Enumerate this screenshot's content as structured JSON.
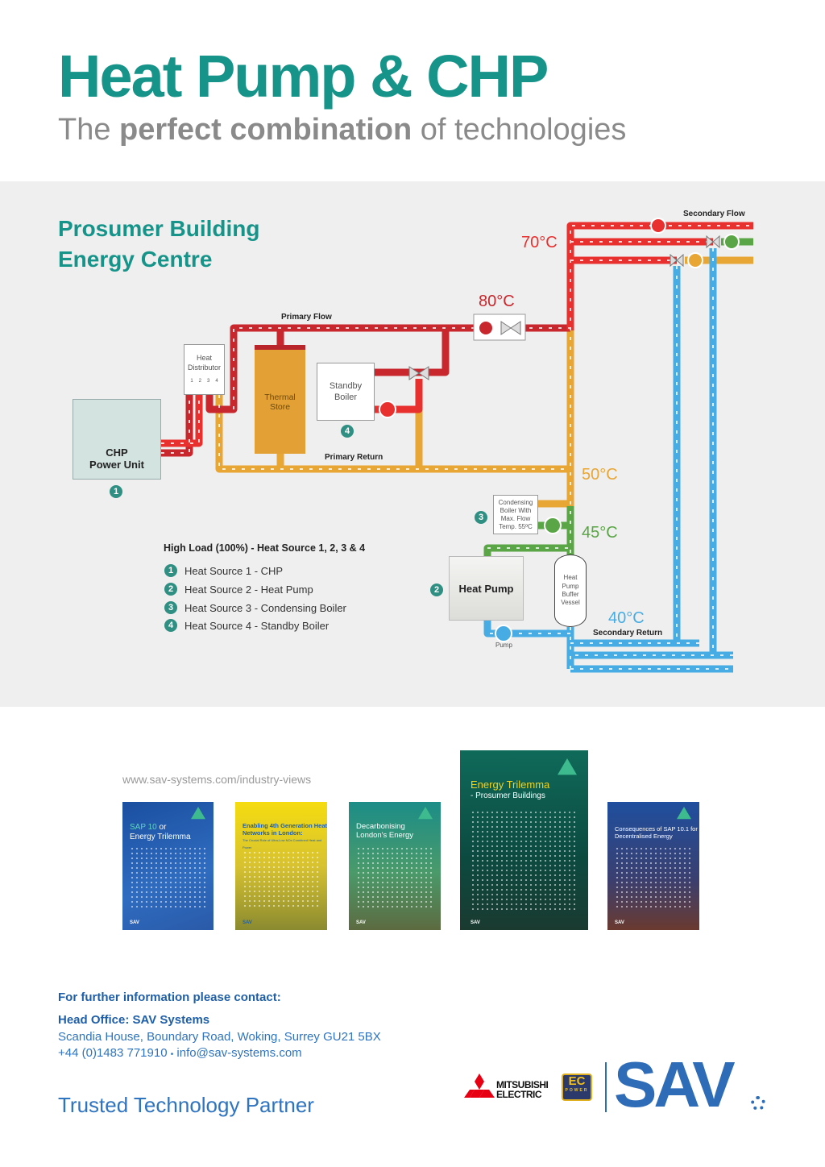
{
  "header": {
    "title": "Heat Pump & CHP",
    "subtitle_pre": "The ",
    "subtitle_bold": "perfect combination",
    "subtitle_post": " of technologies"
  },
  "diagram": {
    "heading_line1": "Prosumer Building",
    "heading_line2": "Energy Centre",
    "labels": {
      "primary_flow": "Primary Flow",
      "primary_return": "Primary Return",
      "secondary_flow": "Secondary Flow",
      "secondary_return": "Secondary Return",
      "pump": "Pump"
    },
    "temps": {
      "t70": "70°C",
      "t80": "80°C",
      "t50": "50°C",
      "t45": "45°C",
      "t40": "40°C"
    },
    "equipment": {
      "chp_line1": "CHP",
      "chp_line2": "Power Unit",
      "distributor_line1": "Heat",
      "distributor_line2": "Distributor",
      "ports": [
        "1",
        "2",
        "3",
        "4"
      ],
      "thermal_line1": "Thermal",
      "thermal_line2": "Store",
      "standby_line1": "Standby",
      "standby_line2": "Boiler",
      "condensing_line1": "Condensing",
      "condensing_line2": "Boiler With",
      "condensing_line3": "Max. Flow",
      "condensing_line4": "Temp. 55ºC",
      "buffer_line1": "Heat",
      "buffer_line2": "Pump",
      "buffer_line3": "Buffer",
      "buffer_line4": "Vessel",
      "heat_pump": "Heat Pump"
    },
    "badges": {
      "chp": "1",
      "heat_pump": "2",
      "condensing": "3",
      "standby": "4"
    },
    "colors": {
      "primary_flow": "#c8272d",
      "secondary_flow": "#e8302f",
      "return": "#e8a635",
      "green": "#5aa545",
      "blue": "#47ace3"
    }
  },
  "legend": {
    "title": "High Load (100%) - Heat Source 1, 2, 3 & 4",
    "items": [
      {
        "num": "1",
        "label": "Heat Source 1 - CHP"
      },
      {
        "num": "2",
        "label": "Heat Source 2 - Heat Pump"
      },
      {
        "num": "3",
        "label": "Heat Source 3 - Condensing Boiler"
      },
      {
        "num": "4",
        "label": "Heat Source 4 - Standby Boiler"
      }
    ]
  },
  "publications": {
    "url": "www.sav-systems.com/industry-views",
    "covers": [
      {
        "title_a": "SAP 10",
        "title_b": " or",
        "title_c": "Energy Trilemma"
      },
      {
        "title": "Enabling 4th Generation Heat Networks in London:",
        "subtitle": "The Crucial Role of Ultra-Low NOx Combined Heat and Power"
      },
      {
        "title": "Decarbonising London's Energy"
      },
      {
        "title": "Energy Trilemma",
        "subtitle": "- Prosumer Buildings"
      },
      {
        "title": "Consequences of SAP 10.1 for Decentralised Energy"
      }
    ],
    "brand": "SAV"
  },
  "contact": {
    "heading": "For further information please contact:",
    "office": "Head Office: SAV Systems",
    "address": "Scandia House, Boundary Road, Woking, Surrey GU21 5BX",
    "phone": "+44 (0)1483 771910",
    "separator": "•",
    "email": "info@sav-systems.com",
    "tagline": "Trusted Technology Partner"
  },
  "logos": {
    "mitsubishi_line1": "MITSUBISHI",
    "mitsubishi_line2": "ELECTRIC",
    "ec": "EC",
    "ec_sub": "POWER",
    "sav": "SAV"
  }
}
